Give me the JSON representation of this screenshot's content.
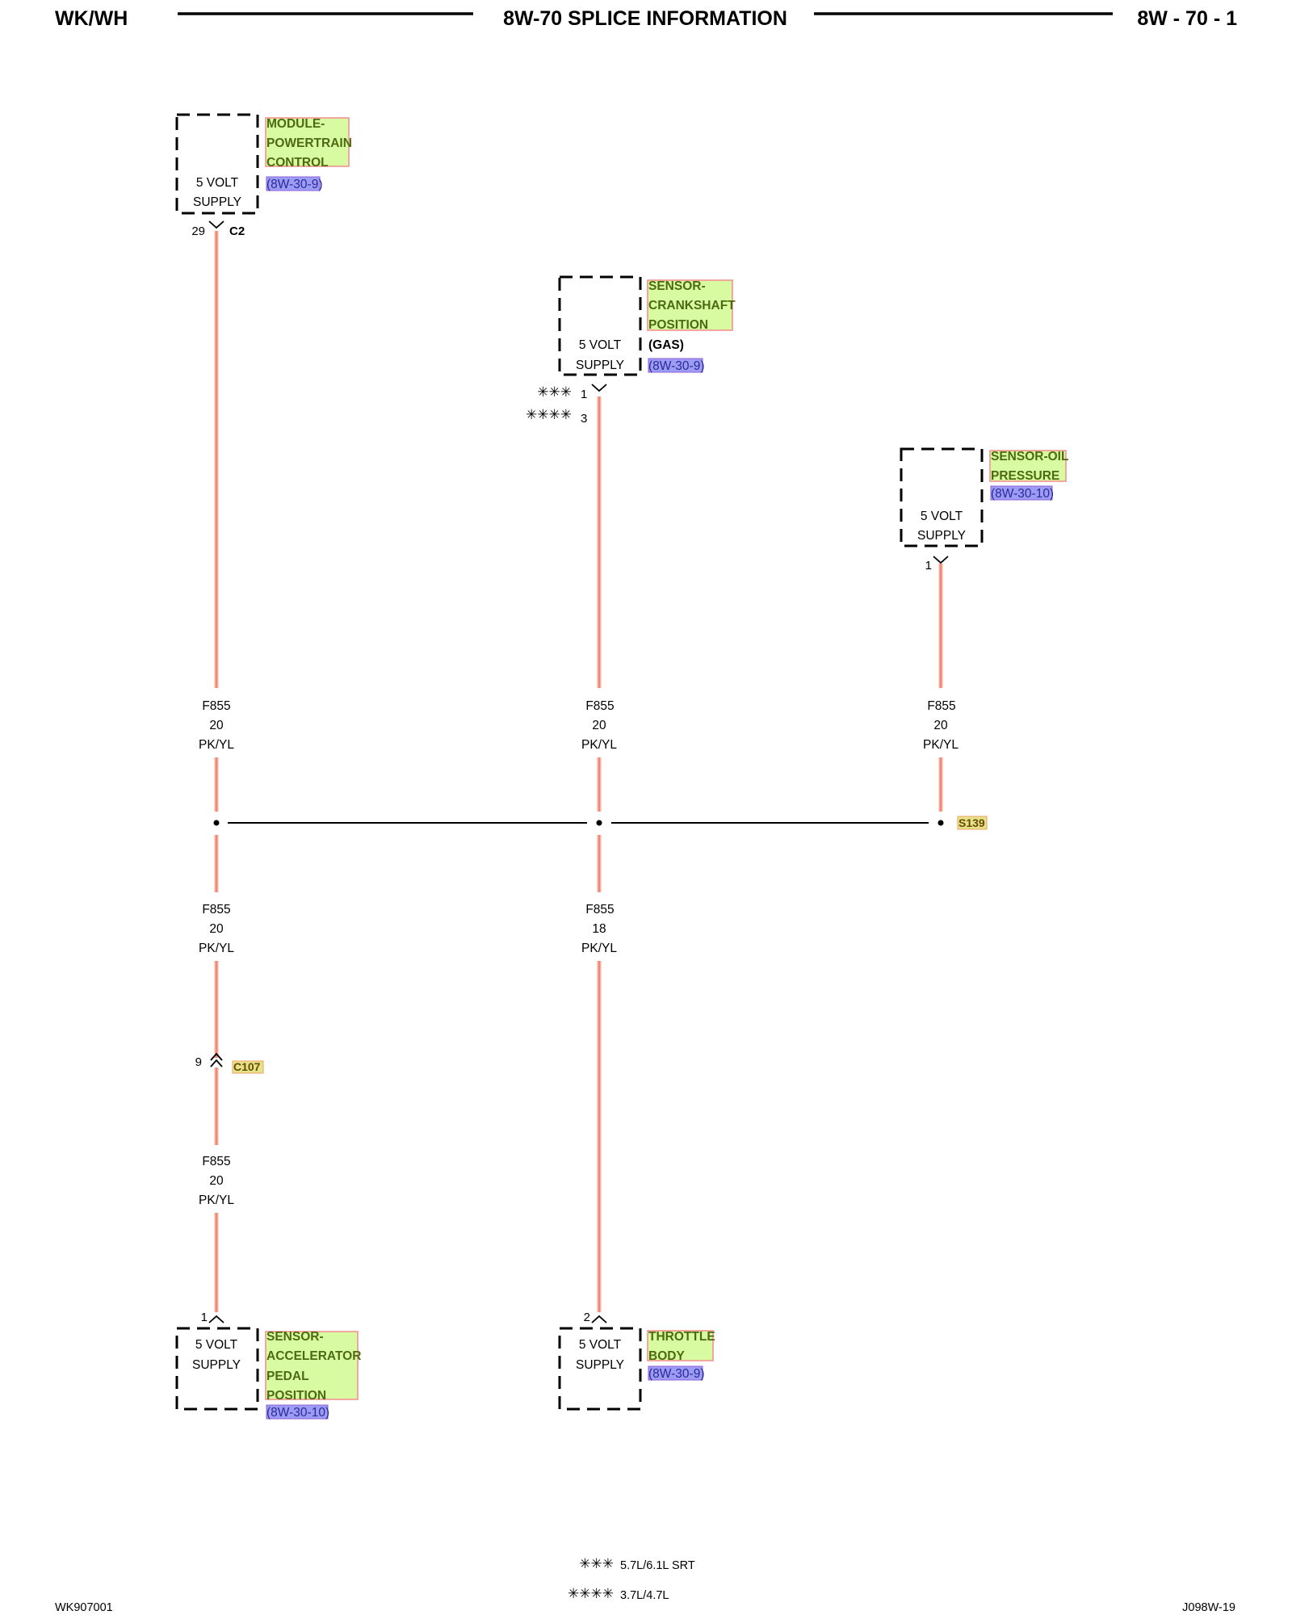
{
  "header": {
    "left": "WK/WH",
    "title": "8W-70 SPLICE INFORMATION",
    "right": "8W - 70 - 1"
  },
  "footer": {
    "left": "WK907001",
    "right": "J098W-19"
  },
  "components": {
    "pcm": {
      "name_lines": [
        "MODULE-",
        "POWERTRAIN",
        "CONTROL"
      ],
      "ref": "(8W-30-9)",
      "supply_lines": [
        "5 VOLT",
        "SUPPLY"
      ],
      "pin": "29",
      "connector": "C2"
    },
    "ckp": {
      "name_lines": [
        "SENSOR-",
        "CRANKSHAFT",
        "POSITION"
      ],
      "qualifier": "(GAS)",
      "ref": "(8W-30-9)",
      "supply_lines": [
        "5 VOLT",
        "SUPPLY"
      ],
      "pins": [
        {
          "stars": "✳✳✳",
          "pin": "1"
        },
        {
          "stars": "✳✳✳✳",
          "pin": "3"
        }
      ]
    },
    "oil": {
      "name_lines": [
        "SENSOR-OIL",
        "PRESSURE"
      ],
      "ref": "(8W-30-10)",
      "supply_lines": [
        "5 VOLT",
        "SUPPLY"
      ],
      "pin": "1"
    },
    "app": {
      "name_lines": [
        "SENSOR-",
        "ACCELERATOR",
        "PEDAL",
        "POSITION"
      ],
      "ref": "(8W-30-10)",
      "supply_lines": [
        "5 VOLT",
        "SUPPLY"
      ],
      "pin": "1"
    },
    "tb": {
      "name_lines": [
        "THROTTLE",
        "BODY"
      ],
      "ref": "(8W-30-9)",
      "supply_lines": [
        "5 VOLT",
        "SUPPLY"
      ],
      "pin": "2"
    }
  },
  "wires": {
    "pcm_upper": [
      "F855",
      "20",
      "PK/YL"
    ],
    "ckp_upper": [
      "F855",
      "20",
      "PK/YL"
    ],
    "oil_upper": [
      "F855",
      "20",
      "PK/YL"
    ],
    "left_mid": [
      "F855",
      "20",
      "PK/YL"
    ],
    "center_mid": [
      "F855",
      "18",
      "PK/YL"
    ],
    "left_lower": [
      "F855",
      "20",
      "PK/YL"
    ]
  },
  "splice": {
    "name": "S139"
  },
  "inline_connector": {
    "name": "C107",
    "pin": "9"
  },
  "notes": [
    {
      "stars": "✳✳✳",
      "text": "5.7L/6.1L SRT"
    },
    {
      "stars": "✳✳✳✳",
      "text": "3.7L/4.7L"
    }
  ]
}
